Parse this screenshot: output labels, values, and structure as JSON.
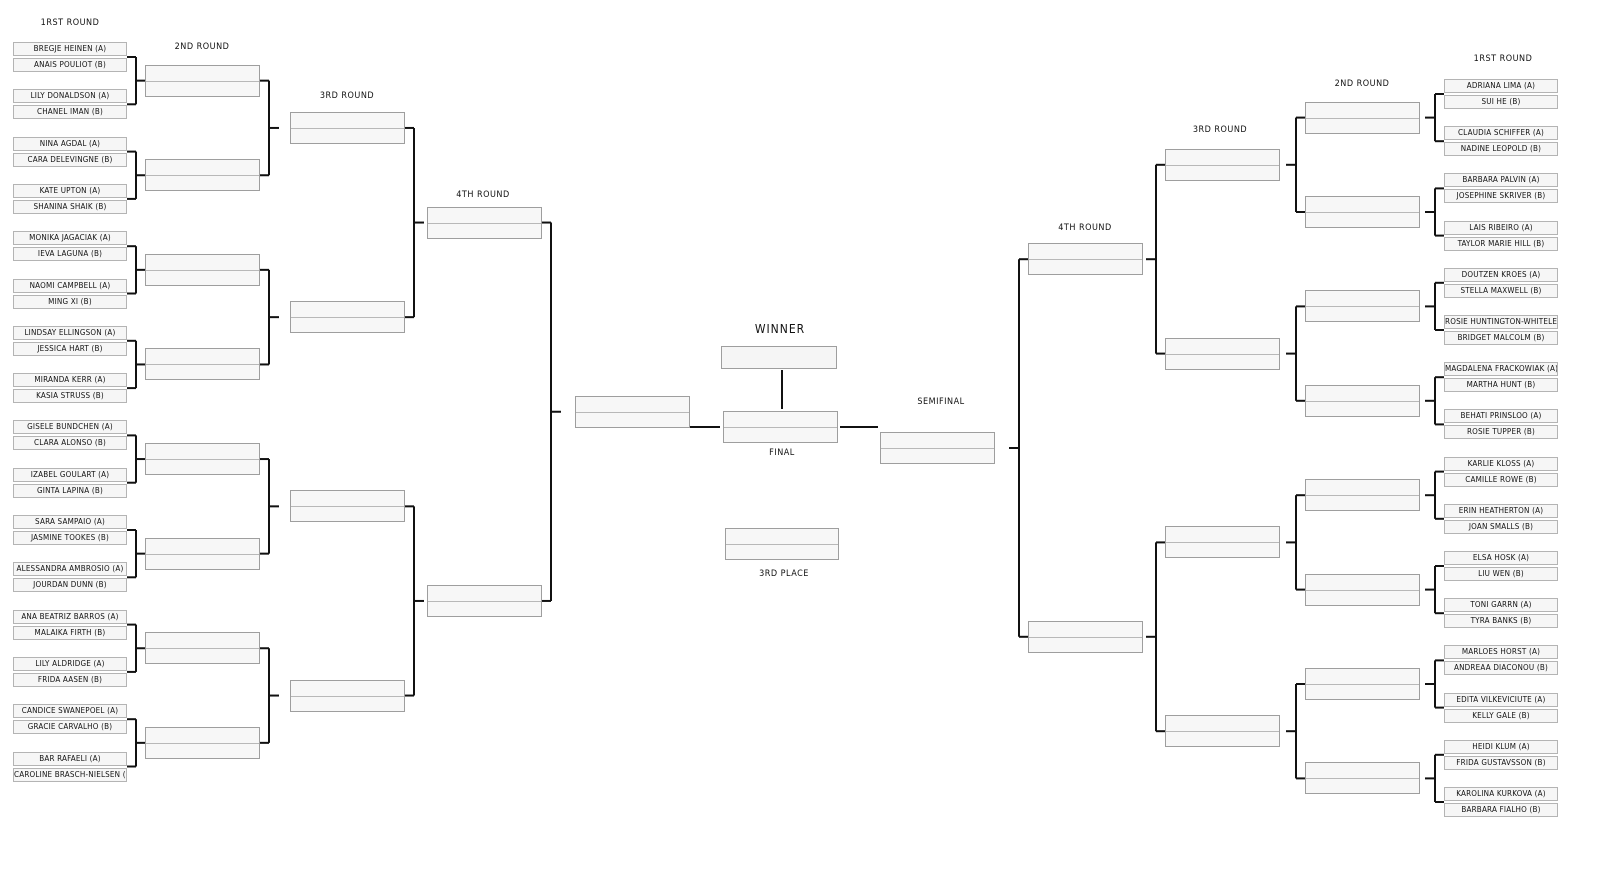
{
  "labels": {
    "round1": "1RST ROUND",
    "round2": "2ND ROUND",
    "round3": "3RD ROUND",
    "round4": "4TH ROUND",
    "semifinal": "SEMIFINAL",
    "winner": "WINNER",
    "final": "FINAL",
    "third_place": "3RD PLACE"
  },
  "left_round1": [
    "BREGJE HEINEN (A)",
    "ANAIS POULIOT (B)",
    "LILY DONALDSON (A)",
    "CHANEL IMAN (B)",
    "NINA AGDAL (A)",
    "CARA DELEVINGNE (B)",
    "KATE UPTON (A)",
    "SHANINA SHAIK (B)",
    "MONIKA JAGACIAK (A)",
    "IEVA LAGUNA (B)",
    "NAOMI CAMPBELL (A)",
    "MING XI (B)",
    "LINDSAY ELLINGSON (A)",
    "JESSICA HART (B)",
    "MIRANDA KERR (A)",
    "KASIA STRUSS (B)",
    "GISELE BUNDCHEN (A)",
    "CLARA ALONSO (B)",
    "IZABEL GOULART (A)",
    "GINTA LAPINA (B)",
    "SARA SAMPAIO (A)",
    "JASMINE TOOKES (B)",
    "ALESSANDRA AMBROSIO (A)",
    "JOURDAN DUNN (B)",
    "ANA BEATRIZ BARROS (A)",
    "MALAIKA FIRTH (B)",
    "LILY ALDRIDGE (A)",
    "FRIDA AASEN (B)",
    "CANDICE SWANEPOEL (A)",
    "GRACIE CARVALHO (B)",
    "BAR RAFAELI (A)",
    "CAROLINE BRASCH-NIELSEN (B)"
  ],
  "right_round1": [
    "ADRIANA LIMA (A)",
    "SUI HE (B)",
    "CLAUDIA SCHIFFER (A)",
    "NADINE LEOPOLD (B)",
    "BARBARA PALVIN (A)",
    "JOSEPHINE SKRIVER (B)",
    "LAIS RIBEIRO (A)",
    "TAYLOR MARIE HILL (B)",
    "DOUTZEN KROES (A)",
    "STELLA MAXWELL (B)",
    "ROSIE HUNTINGTON-WHITELEY (A)",
    "BRIDGET MALCOLM (B)",
    "MAGDALENA FRACKOWIAK (A)",
    "MARTHA HUNT (B)",
    "BEHATI PRINSLOO (A)",
    "ROSIE TUPPER (B)",
    "KARLIE KLOSS (A)",
    "CAMILLE ROWE (B)",
    "ERIN HEATHERTON (A)",
    "JOAN SMALLS (B)",
    "ELSA HOSK (A)",
    "LIU WEN (B)",
    "TONI GARRN (A)",
    "TYRA BANKS (B)",
    "MARLOES HORST (A)",
    "ANDREAA DIACONOU (B)",
    "EDITA VILKEVICIUTE (A)",
    "KELLY GALE (B)",
    "HEIDI KLUM (A)",
    "FRIDA GUSTAVSSON (B)",
    "KAROLINA KURKOVA (A)",
    "BARBARA FIALHO (B)"
  ]
}
